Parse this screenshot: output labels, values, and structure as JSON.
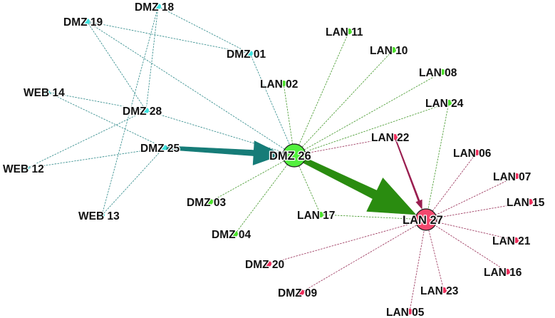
{
  "colors": {
    "dmz": "#3fe3e0",
    "lan_green": "#4ce02c",
    "lan_red": "#ee2e5c",
    "hub_dmz_fill": "#52f03e",
    "hub_lan_fill": "#f2486e",
    "edge_teal": "#127a7a",
    "edge_green": "#2a8a0e",
    "edge_red": "#8a1240",
    "arrow_teal": "#167c78",
    "arrow_green": "#2a8c10",
    "arrow_red": "#9a1e50"
  },
  "nodes": [
    {
      "id": "DMZ 18",
      "label": "DMZ 18",
      "group": "dmz"
    },
    {
      "id": "DMZ 19",
      "label": "DMZ 19",
      "group": "dmz"
    },
    {
      "id": "DMZ 01",
      "label": "DMZ 01",
      "group": "dmz"
    },
    {
      "id": "WEB 14",
      "label": "WEB 14",
      "group": "dmz"
    },
    {
      "id": "DMZ 28",
      "label": "DMZ 28",
      "group": "dmz"
    },
    {
      "id": "DMZ 25",
      "label": "DMZ 25",
      "group": "dmz"
    },
    {
      "id": "WEB 12",
      "label": "WEB 12",
      "group": "dmz"
    },
    {
      "id": "WEB 13",
      "label": "WEB 13",
      "group": "dmz"
    },
    {
      "id": "DMZ 26",
      "label": "DMZ 26",
      "group": "hub_dmz"
    },
    {
      "id": "LAN 11",
      "label": "LAN 11",
      "group": "lan_green"
    },
    {
      "id": "LAN 10",
      "label": "LAN 10",
      "group": "lan_green"
    },
    {
      "id": "LAN 02",
      "label": "LAN 02",
      "group": "lan_green"
    },
    {
      "id": "LAN 08",
      "label": "LAN 08",
      "group": "lan_green"
    },
    {
      "id": "LAN 24",
      "label": "LAN 24",
      "group": "lan_green"
    },
    {
      "id": "DMZ 03",
      "label": "DMZ 03",
      "group": "lan_green"
    },
    {
      "id": "DMZ 04",
      "label": "DMZ 04",
      "group": "lan_green"
    },
    {
      "id": "LAN 17",
      "label": "LAN 17",
      "group": "lan_green"
    },
    {
      "id": "LAN 22",
      "label": "LAN 22",
      "group": "lan_red"
    },
    {
      "id": "LAN 27",
      "label": "LAN 27",
      "group": "hub_lan"
    },
    {
      "id": "LAN 06",
      "label": "LAN 06",
      "group": "lan_red"
    },
    {
      "id": "LAN 07",
      "label": "LAN 07",
      "group": "lan_red"
    },
    {
      "id": "LAN 15",
      "label": "LAN 15",
      "group": "lan_red"
    },
    {
      "id": "LAN 21",
      "label": "LAN 21",
      "group": "lan_red"
    },
    {
      "id": "LAN 16",
      "label": "LAN 16",
      "group": "lan_red"
    },
    {
      "id": "LAN 23",
      "label": "LAN 23",
      "group": "lan_red"
    },
    {
      "id": "LAN 05",
      "label": "LAN 05",
      "group": "lan_red"
    },
    {
      "id": "DMZ 20",
      "label": "DMZ 20",
      "group": "lan_red"
    },
    {
      "id": "DMZ 09",
      "label": "DMZ 09",
      "group": "lan_red"
    }
  ],
  "edges": [
    {
      "from": "DMZ 18",
      "to": "DMZ 01",
      "color": "teal"
    },
    {
      "from": "DMZ 18",
      "to": "DMZ 28",
      "color": "teal"
    },
    {
      "from": "DMZ 18",
      "to": "WEB 13",
      "color": "teal"
    },
    {
      "from": "DMZ 19",
      "to": "DMZ 01",
      "color": "teal"
    },
    {
      "from": "DMZ 19",
      "to": "DMZ 28",
      "color": "teal"
    },
    {
      "from": "DMZ 19",
      "to": "DMZ 26",
      "color": "teal"
    },
    {
      "from": "WEB 14",
      "to": "DMZ 28",
      "color": "teal"
    },
    {
      "from": "WEB 14",
      "to": "DMZ 25",
      "color": "teal"
    },
    {
      "from": "DMZ 28",
      "to": "WEB 12",
      "color": "teal"
    },
    {
      "from": "DMZ 28",
      "to": "DMZ 26",
      "color": "teal"
    },
    {
      "from": "WEB 12",
      "to": "DMZ 25",
      "color": "teal"
    },
    {
      "from": "WEB 13",
      "to": "DMZ 25",
      "color": "teal"
    },
    {
      "from": "DMZ 01",
      "to": "DMZ 26",
      "color": "teal"
    },
    {
      "from": "LAN 11",
      "to": "DMZ 26",
      "color": "green"
    },
    {
      "from": "LAN 10",
      "to": "DMZ 26",
      "color": "green"
    },
    {
      "from": "LAN 02",
      "to": "DMZ 26",
      "color": "green"
    },
    {
      "from": "LAN 08",
      "to": "DMZ 26",
      "color": "green"
    },
    {
      "from": "LAN 24",
      "to": "DMZ 26",
      "color": "green"
    },
    {
      "from": "LAN 24",
      "to": "LAN 27",
      "color": "green"
    },
    {
      "from": "DMZ 03",
      "to": "DMZ 26",
      "color": "green"
    },
    {
      "from": "DMZ 04",
      "to": "DMZ 26",
      "color": "green"
    },
    {
      "from": "LAN 17",
      "to": "DMZ 26",
      "color": "green"
    },
    {
      "from": "LAN 17",
      "to": "LAN 27",
      "color": "green"
    },
    {
      "from": "LAN 22",
      "to": "DMZ 26",
      "color": "red"
    },
    {
      "from": "LAN 06",
      "to": "LAN 27",
      "color": "red"
    },
    {
      "from": "LAN 07",
      "to": "LAN 27",
      "color": "red"
    },
    {
      "from": "LAN 15",
      "to": "LAN 27",
      "color": "red"
    },
    {
      "from": "LAN 21",
      "to": "LAN 27",
      "color": "red"
    },
    {
      "from": "LAN 16",
      "to": "LAN 27",
      "color": "red"
    },
    {
      "from": "LAN 23",
      "to": "LAN 27",
      "color": "red"
    },
    {
      "from": "LAN 05",
      "to": "LAN 27",
      "color": "red"
    },
    {
      "from": "DMZ 20",
      "to": "LAN 27",
      "color": "red"
    },
    {
      "from": "DMZ 09",
      "to": "LAN 27",
      "color": "red"
    }
  ],
  "arrows": [
    {
      "from": "DMZ 25",
      "to": "DMZ 26",
      "color": "teal",
      "weight": 3
    },
    {
      "from": "DMZ 26",
      "to": "LAN 27",
      "color": "green",
      "weight": 4
    },
    {
      "from": "LAN 22",
      "to": "LAN 27",
      "color": "red",
      "weight": 1
    }
  ]
}
